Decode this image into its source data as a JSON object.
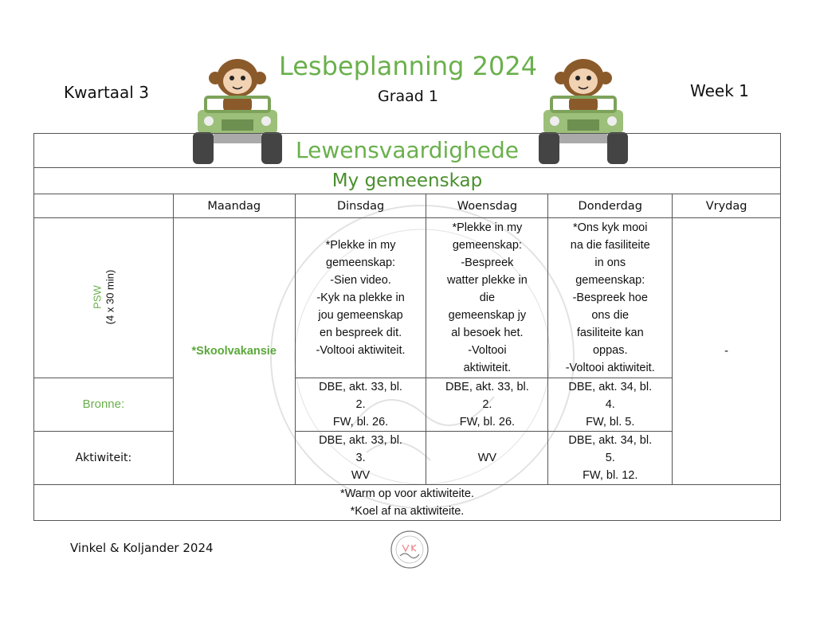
{
  "header": {
    "term": "Kwartaal 3",
    "title": "Lesbeplanning 2024",
    "grade": "Graad 1",
    "week": "Week 1"
  },
  "table": {
    "subject": "Lewensvaardighede",
    "topic": "My gemeenskap",
    "days": [
      "Maandag",
      "Dinsdag",
      "Woensdag",
      "Donderdag",
      "Vrydag"
    ],
    "row_labels": {
      "psw": "PSW",
      "psw_time": "(4 x 30 min)",
      "bronne": "Bronne:",
      "aktiwiteit": "Aktiwiteit:"
    },
    "monday": "*Skoolvakansie",
    "psw": {
      "dinsdag": [
        "*Plekke in my",
        "gemeenskap:",
        "-Sien video.",
        "-Kyk na plekke in",
        "jou gemeenskap",
        "en bespreek dit.",
        "-Voltooi aktiwiteit."
      ],
      "woensdag": [
        "*Plekke in my",
        "gemeenskap:",
        "-Bespreek",
        "watter plekke in",
        "die",
        "gemeenskap jy",
        "al besoek het.",
        "-Voltooi",
        "aktiwiteit."
      ],
      "donderdag": [
        "*Ons kyk mooi",
        "na die fasiliteite",
        "in ons",
        "gemeenskap:",
        "-Bespreek hoe",
        "ons die",
        "fasiliteite kan",
        "oppas.",
        "-Voltooi aktiwiteit."
      ]
    },
    "vrydag": "-",
    "bronne": {
      "dinsdag": [
        "DBE, akt. 33, bl.",
        "2.",
        "FW, bl. 26."
      ],
      "woensdag": [
        "DBE, akt. 33, bl.",
        "2.",
        "FW, bl. 26."
      ],
      "donderdag": [
        "DBE, akt. 34, bl.",
        "4.",
        "FW, bl. 5."
      ]
    },
    "aktiwiteit": {
      "dinsdag": [
        "DBE, akt. 33, bl.",
        "3.",
        "WV"
      ],
      "woensdag": [
        "WV"
      ],
      "donderdag": [
        "DBE, akt. 34, bl.",
        "5.",
        "FW, bl. 12."
      ]
    },
    "notes": [
      "*Warm op voor aktiwiteite.",
      "*Koel af na aktiwiteite."
    ]
  },
  "footer": {
    "credit": "Vinkel & Koljander 2024"
  },
  "icons": {
    "mascot": "monkey-in-jeep-icon",
    "logo": "vk-logo-icon"
  },
  "colors": {
    "accent_green": "#6ab04c",
    "dark_green": "#4a8f2e"
  }
}
